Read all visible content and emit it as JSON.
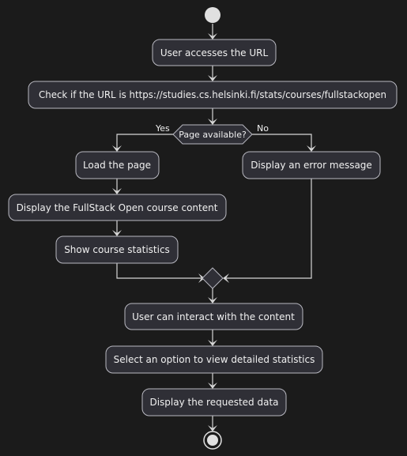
{
  "diagram": {
    "nodes": {
      "user_access": "User accesses the URL",
      "check_url": "Check if the URL is https://studies.cs.helsinki.fi/stats/courses/fullstackopen",
      "decision": "Page available?",
      "load_page": "Load the page",
      "display_content": "Display the FullStack Open course content",
      "show_stats": "Show course statistics",
      "error_message": "Display an error message",
      "interact": "User can interact with the content",
      "select_option": "Select an option to view detailed statistics",
      "display_data": "Display the requested data"
    },
    "branches": {
      "yes": "Yes",
      "no": "No"
    }
  }
}
